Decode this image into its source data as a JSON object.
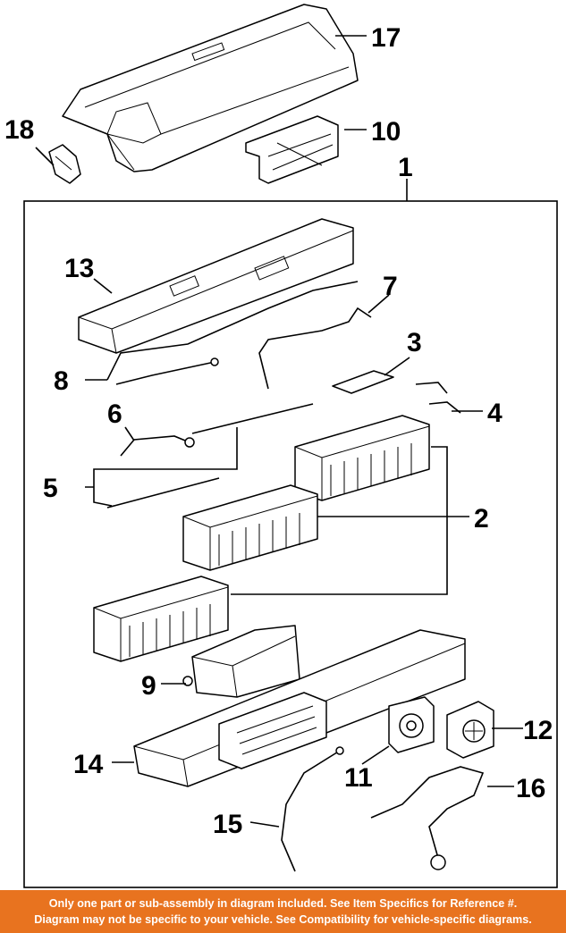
{
  "callouts": {
    "c1": "1",
    "c2": "2",
    "c3": "3",
    "c4": "4",
    "c5": "5",
    "c6": "6",
    "c7": "7",
    "c8": "8",
    "c9": "9",
    "c10": "10",
    "c11": "11",
    "c12": "12",
    "c13": "13",
    "c14": "14",
    "c15": "15",
    "c16": "16",
    "c17": "17",
    "c18": "18"
  },
  "banner": {
    "line1": "Only one part or sub-assembly in diagram included. See Item Specifics for Reference #.",
    "line2": "Diagram may not be specific to your vehicle. See Compatibility for vehicle-specific diagrams."
  },
  "colors": {
    "banner_bg": "#e8731f",
    "banner_text": "#ffffff",
    "line": "#000000"
  }
}
